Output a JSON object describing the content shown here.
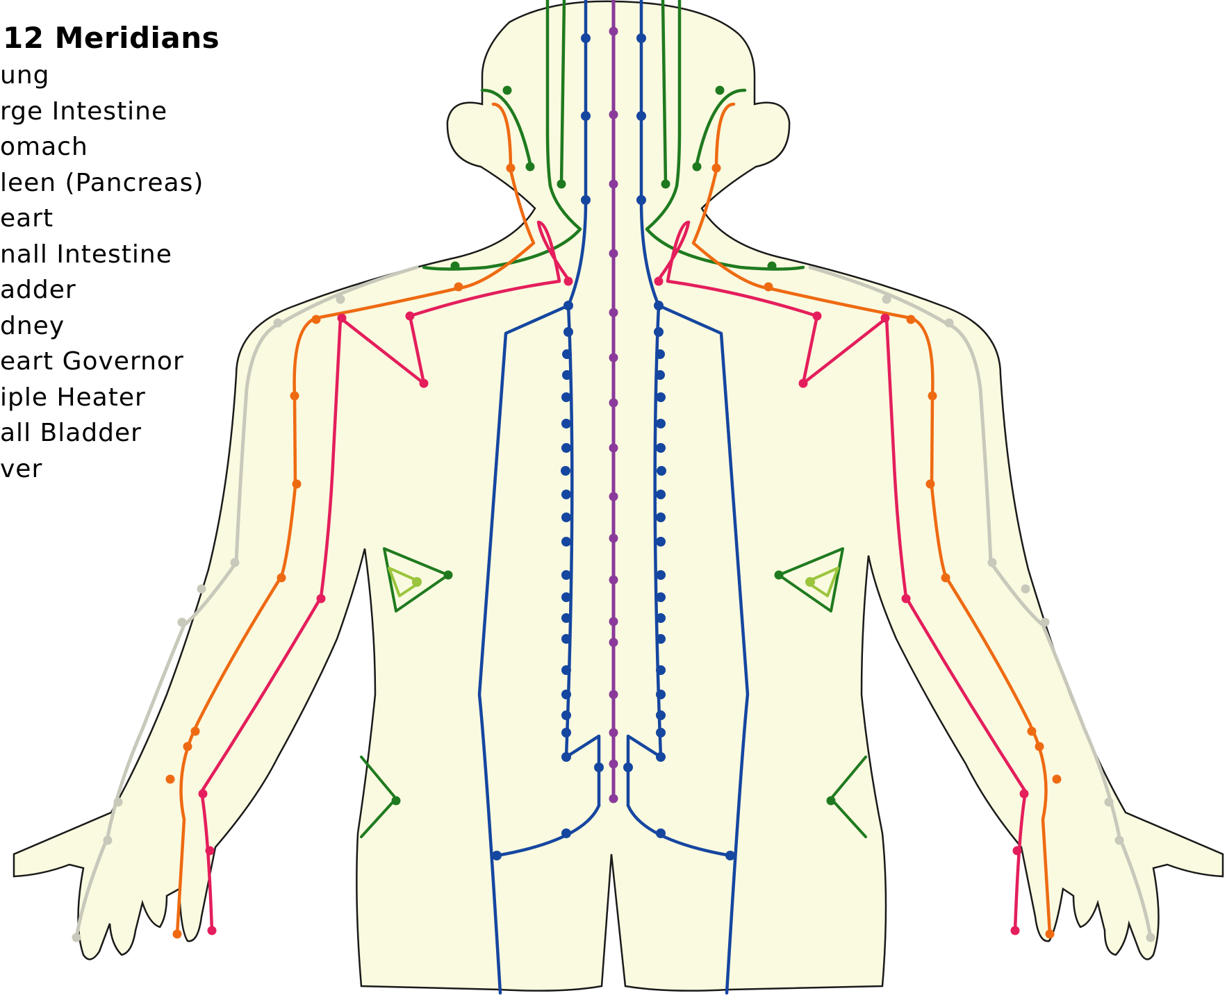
{
  "legend": {
    "title": "12 Meridians",
    "items": [
      {
        "label": "ung",
        "color": "#1f7a1f"
      },
      {
        "label": "rge Intestine",
        "color": "#c8c8bb"
      },
      {
        "label": "omach",
        "color": "#ee6a12"
      },
      {
        "label": "leen (Pancreas)",
        "color": "#1f7a1f"
      },
      {
        "label": "eart",
        "color": "#e41e5c"
      },
      {
        "label": "nall Intestine",
        "color": "#e41e5c"
      },
      {
        "label": "adder",
        "color": "#1546a0"
      },
      {
        "label": "dney",
        "color": "#1546a0"
      },
      {
        "label": "eart Governor",
        "color": "#e41e5c"
      },
      {
        "label": "iple Heater",
        "color": "#ee6a12"
      },
      {
        "label": "all Bladder",
        "color": "#1f7a1f"
      },
      {
        "label": "ver",
        "color": "#1f7a1f"
      }
    ]
  },
  "colors": {
    "skin": "#fafae0",
    "outline": "#1a1a1a",
    "bladder_blue": "#1546a0",
    "governor_purple": "#8a3a9a",
    "gallbladder_green": "#1f7a1f",
    "liver_lightgreen": "#9bc53d",
    "stomach_orange": "#ee6a12",
    "heart_pink": "#e41e5c",
    "large_intestine_gray": "#c8c8bb"
  }
}
